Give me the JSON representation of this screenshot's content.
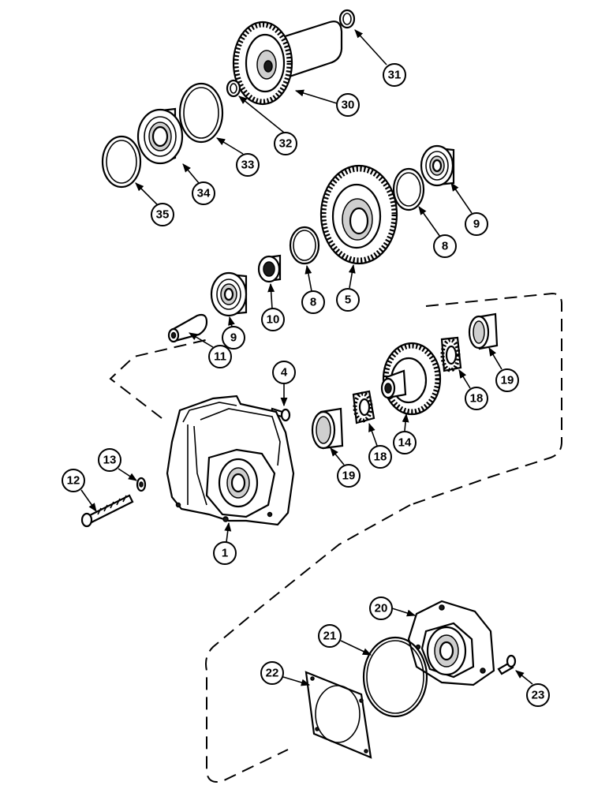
{
  "callouts": {
    "c31": "31",
    "c30": "30",
    "c32": "32",
    "c33": "33",
    "c34": "34",
    "c35": "35",
    "c9a": "9",
    "c8a": "8",
    "c5": "5",
    "c8b": "8",
    "c10": "10",
    "c9b": "9",
    "c11": "11",
    "c4": "4",
    "c19a": "19",
    "c18a": "18",
    "c14": "14",
    "c18b": "18",
    "c19b": "19",
    "c13": "13",
    "c12": "12",
    "c1": "1",
    "c20": "20",
    "c21": "21",
    "c22": "22",
    "c23": "23"
  }
}
